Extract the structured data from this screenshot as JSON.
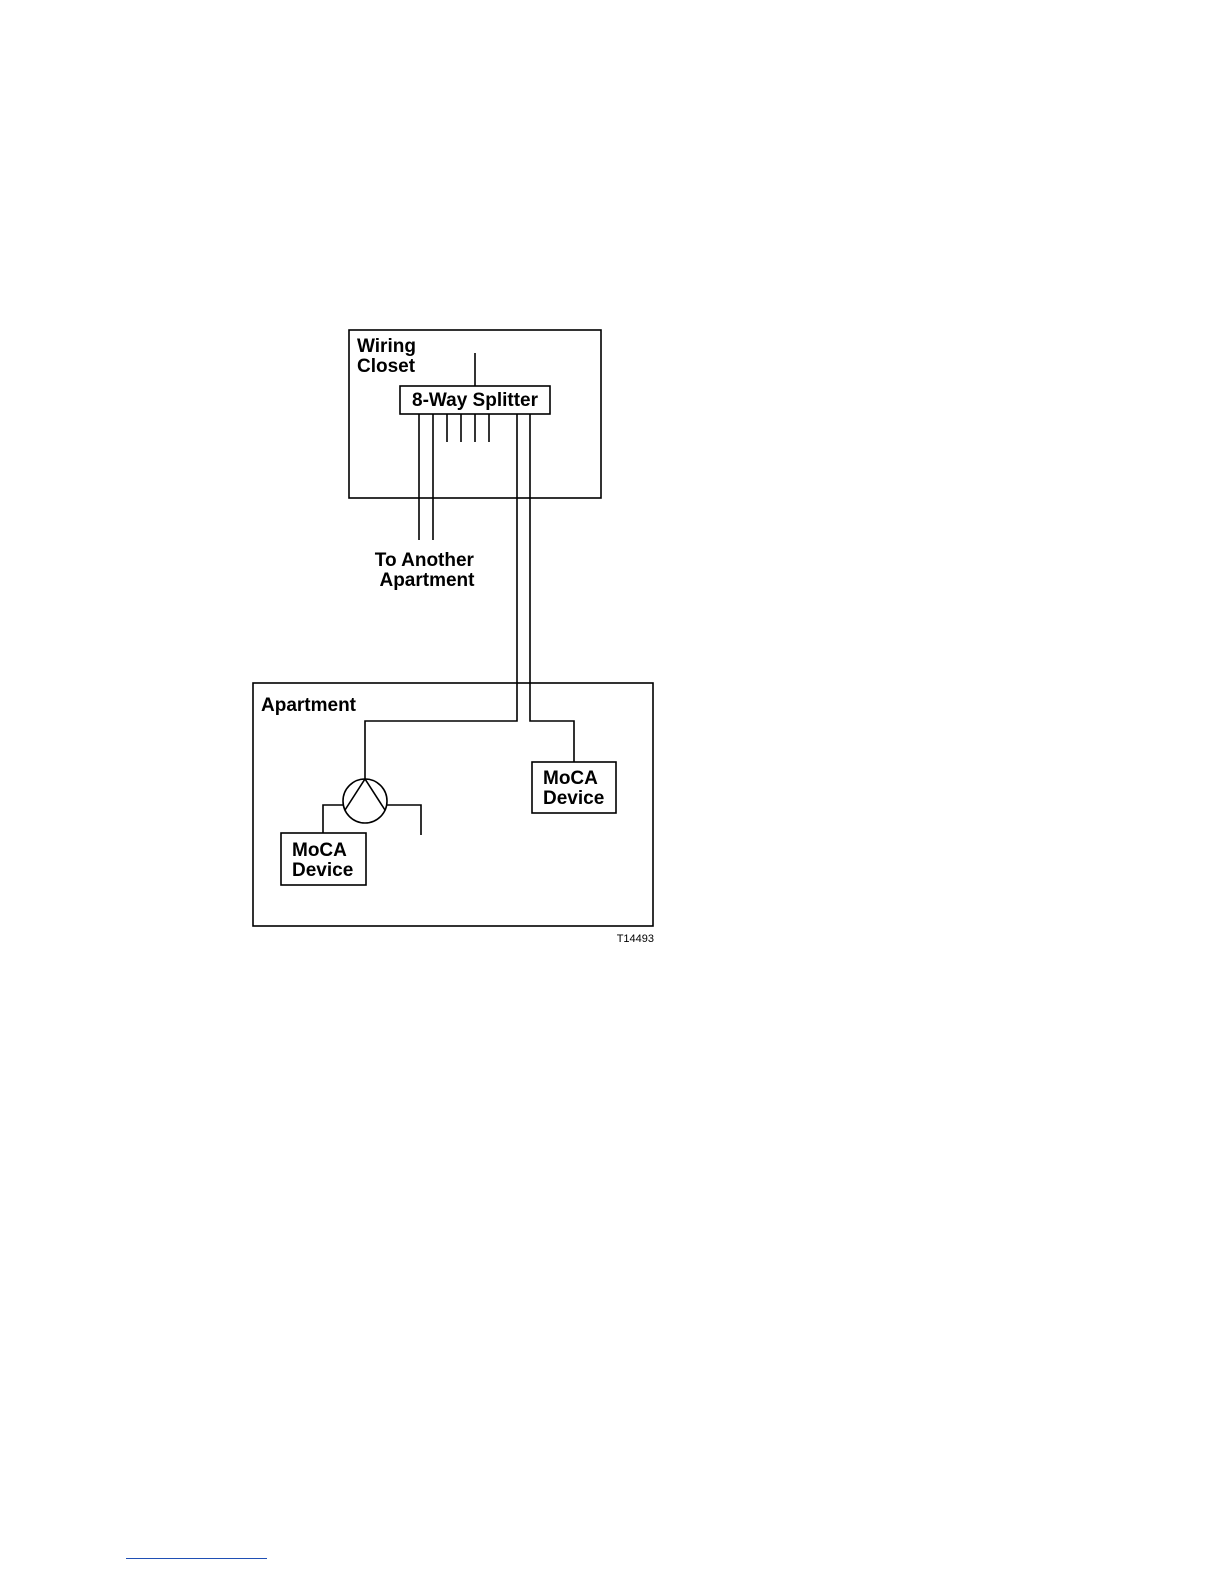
{
  "diagram": {
    "wiring_closet_label": [
      "Wiring",
      "Closet"
    ],
    "splitter_label": "8-Way Splitter",
    "another_apartment_label": [
      "To Another",
      "Apartment"
    ],
    "apartment_label": "Apartment",
    "moca_device_right_label": [
      "MoCA",
      "Device"
    ],
    "moca_device_left_label": [
      "MoCA",
      "Device"
    ],
    "figure_ref": "T14493"
  },
  "colors": {
    "line": "#000000",
    "footnote_rule": "#1f4fb5"
  }
}
